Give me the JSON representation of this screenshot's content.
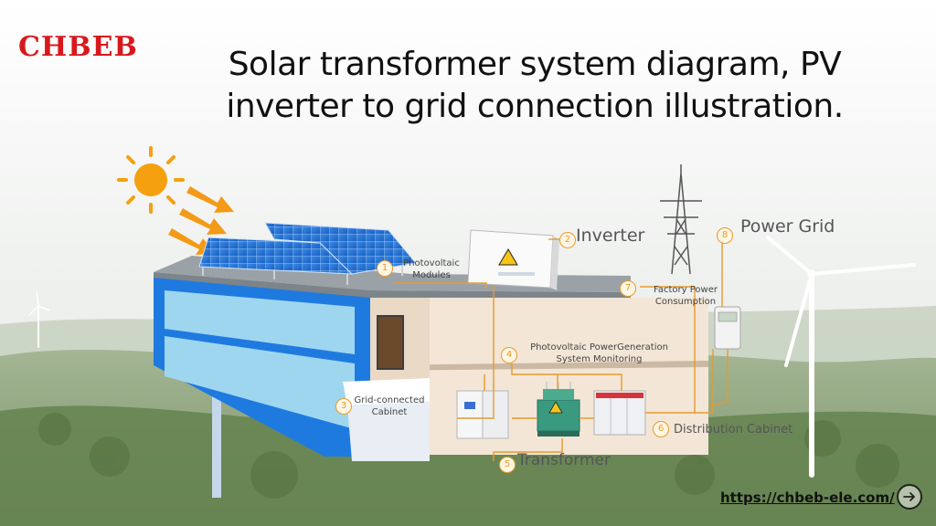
{
  "brand": {
    "logo_text": "CHBEB"
  },
  "title_line1": "Solar transformer system diagram, PV",
  "title_line2": "inverter to grid connection illustration.",
  "labels": {
    "photovoltaic_modules": {
      "number": "1",
      "line1": "Photovoltaic",
      "line2": "Modules"
    },
    "inverter": {
      "number": "2",
      "text": "Inverter"
    },
    "grid_cabinet": {
      "number": "3",
      "line1": "Grid-connected",
      "line2": "Cabinet"
    },
    "monitoring": {
      "number": "4",
      "line1": "Photovoltaic PowerGeneration",
      "line2": "System Monitoring"
    },
    "transformer": {
      "number": "5",
      "text": "Transformer"
    },
    "distribution": {
      "number": "6",
      "text": "Distribution Cabinet"
    },
    "factory": {
      "number": "7",
      "line1": "Factory Power",
      "line2": "Consumption"
    },
    "power_grid": {
      "number": "8",
      "text": "Power Grid"
    }
  },
  "footer": {
    "url": "https://chbeb-ele.com/"
  },
  "icons": {
    "nav": "arrow-right-circle-icon"
  },
  "colors": {
    "brand_red": "#d8191c",
    "building_blue": "#1f7ae0",
    "accent_orange": "#e89a2c",
    "sun_orange": "#f5a00f"
  }
}
